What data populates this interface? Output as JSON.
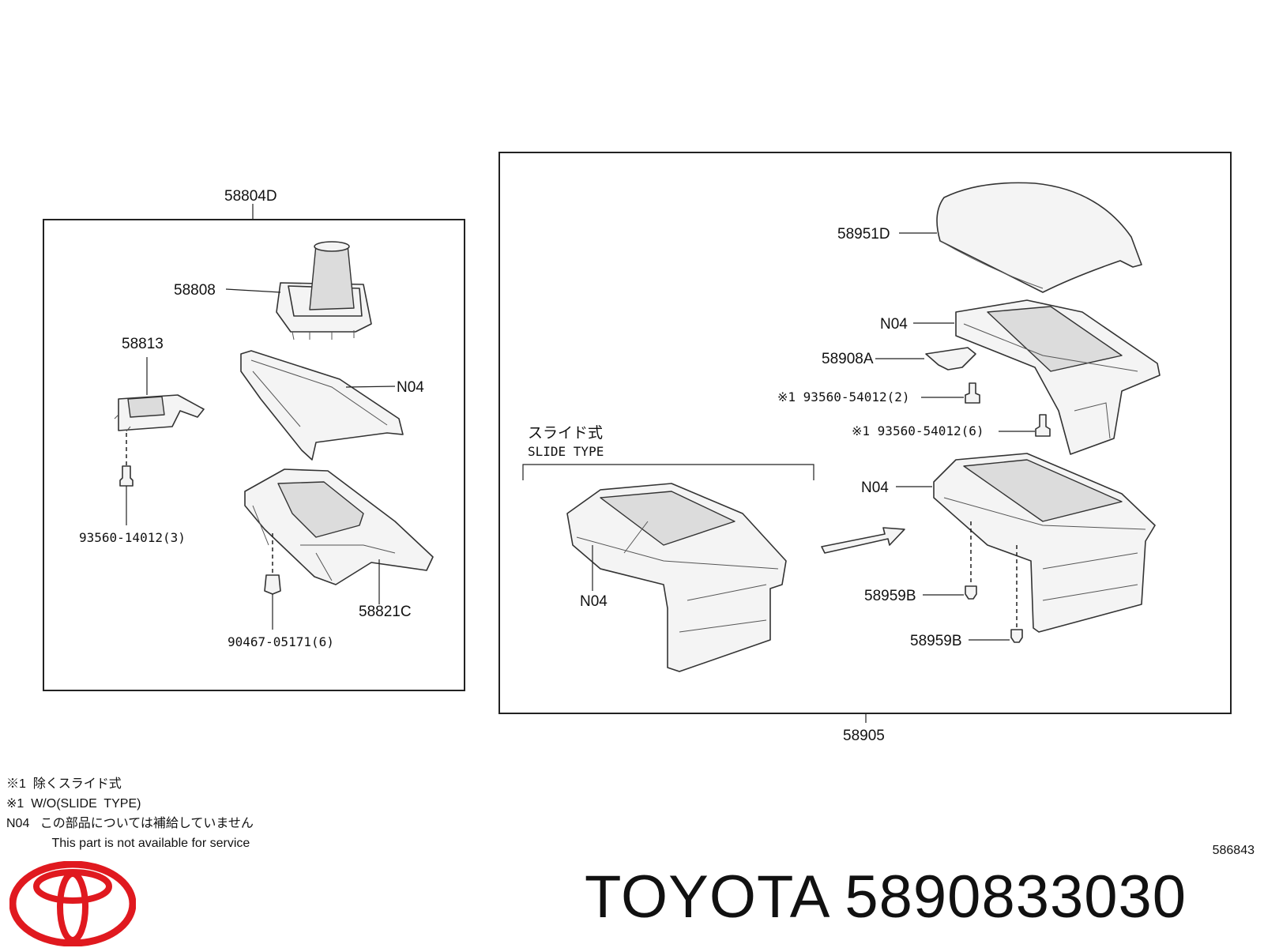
{
  "labels": {
    "p58804D": "58804D",
    "p58808": "58808",
    "p58813": "58813",
    "n04_a": "N04",
    "p93560_14012": "93560-14012(3)",
    "p90467": "90467-05171(6)",
    "p58821C": "58821C",
    "p58951D": "58951D",
    "n04_b": "N04",
    "p58908A": "58908A",
    "p93560_54012_2": "※1 93560-54012(2)",
    "p93560_54012_6": "※1 93560-54012(6)",
    "slide_jp": "スライド式",
    "slide_en": "SLIDE TYPE",
    "n04_c": "N04",
    "n04_d": "N04",
    "p58959B_1": "58959B",
    "p58959B_2": "58959B",
    "p58905": "58905"
  },
  "notes": {
    "line1": "※1  除くスライド式",
    "line2": "※1  W/O(SLIDE  TYPE)",
    "line3": "N04   この部品については補給していません",
    "line4": "             This part is not available for service"
  },
  "ref_code": "586843",
  "brand_title": "TOYOTA 5890833030",
  "colors": {
    "logo_red": "#e0191f",
    "line": "#222222"
  },
  "icons": {
    "logo": "toyota-logo-icon",
    "arrow": "right-arrow-icon"
  }
}
